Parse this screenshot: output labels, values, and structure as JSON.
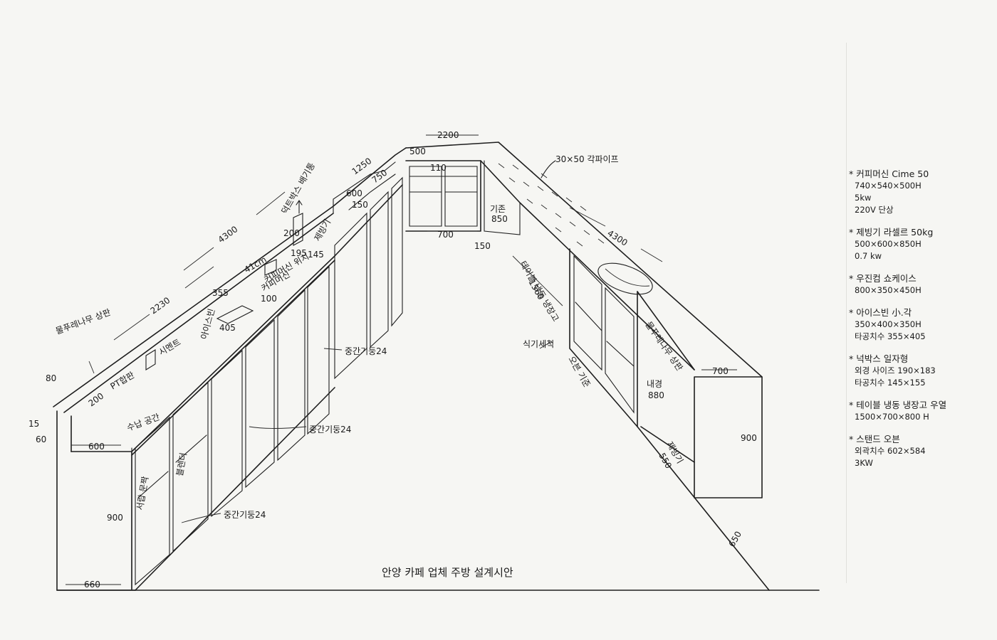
{
  "title": "안양 카페 업체 주방 설계시안",
  "dimensions": {
    "top_width": "2200",
    "right_length": "4300",
    "left_length": "4300",
    "left_segment": "2230",
    "d_1250": "1250",
    "d_500": "500",
    "d_600a": "600",
    "d_150a": "150",
    "d_750": "750",
    "d_110": "110",
    "d_700b": "700",
    "d_150b": "150",
    "d_1560": "1560",
    "d_700r": "700",
    "d_900r": "900",
    "d_600l": "600",
    "d_660": "660",
    "d_900l": "900",
    "d_80": "80",
    "d_15": "15",
    "d_60": "60",
    "d_200a": "200",
    "d_200b": "200",
    "d_355": "355",
    "d_405": "405",
    "d_195": "195",
    "d_145": "145",
    "d_100": "100",
    "d_850": "850",
    "d_880": "880",
    "d_550": "550",
    "d_650": "650"
  },
  "labels": {
    "pipe": "30×50 각파이프",
    "dup_duct": "덕트박스 배기통",
    "oak_board": "물푸레나무 상판",
    "pt_board": "PT합판",
    "cement": "시멘트",
    "sink": "41cm",
    "coffee_machine": "커피머신",
    "ice_maker": "제빙기",
    "drawer_24a": "중간기둥24",
    "drawer_24b": "중간기둥24",
    "drawer_24c": "중간기둥24",
    "oak_right": "물푸레나무 상판",
    "table_fridge": "테이블 냉동 냉장고",
    "waste": "기존",
    "internal": "내경",
    "ice_right": "제빙기",
    "stand_oven": "오븐 기준",
    "drawer_label": "서랍 문짝",
    "storage": "수납 공간",
    "ice_box": "아이스빈",
    "coffee": "커피머신 위치",
    "blender": "블렌더",
    "dish": "식기세척"
  },
  "notes": [
    {
      "title": "* 커피머신 Cime 50",
      "lines": [
        "740×540×500H",
        "5kw",
        "220V 단상"
      ]
    },
    {
      "title": "* 제빙기 라셀르 50kg",
      "lines": [
        "500×600×850H",
        "0.7 kw"
      ]
    },
    {
      "title": "* 우진컴 쇼케이스",
      "lines": [
        "800×350×450H"
      ]
    },
    {
      "title": "* 아이스빈 小.각",
      "lines": [
        "350×400×350H",
        "타공치수 355×405"
      ]
    },
    {
      "title": "* 넉박스 일자형",
      "lines": [
        "외경 사이즈 190×183",
        "타공치수 145×155"
      ]
    },
    {
      "title": "* 테이블 냉동 냉장고 우열",
      "lines": [
        "1500×700×800 H"
      ]
    },
    {
      "title": "* 스탠드 오븐",
      "lines": [
        "외곽치수 602×584",
        "3KW"
      ]
    }
  ]
}
